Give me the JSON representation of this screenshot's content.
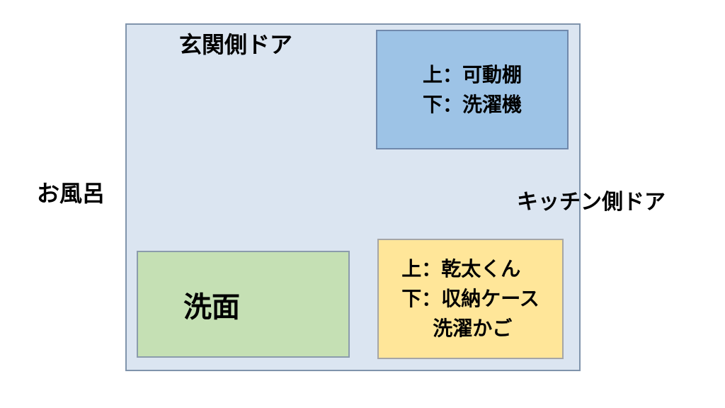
{
  "diagram": {
    "kind": "laundry-room-floor-plan",
    "room_fill": "#dbe5f1",
    "labels": {
      "entrance_door": "玄関側ドア",
      "bath": "お風呂",
      "kitchen_door": "キッチン側ドア"
    },
    "boxes": {
      "washer_shelf": {
        "fill": "#9dc3e6",
        "lines": [
          "上：可動棚",
          "下：洗濯機"
        ]
      },
      "washbasin": {
        "fill": "#c5e0b4",
        "lines": [
          "洗面"
        ]
      },
      "dryer_storage": {
        "fill": "#ffe699",
        "lines": [
          "上：乾太くん",
          "下：収納ケース",
          "洗濯かご"
        ]
      }
    }
  }
}
